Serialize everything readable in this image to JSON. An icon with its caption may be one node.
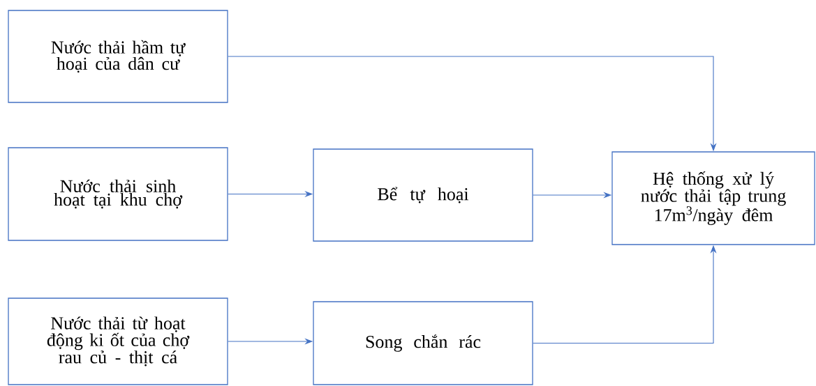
{
  "diagram": {
    "nodes": [
      {
        "text": [
          "Nước thải hầm tự hoại của dân cư"
        ]
      },
      {
        "text": [
          "Nước thải sinh hoạt tại khu chợ"
        ]
      },
      {
        "text": [
          "Bể tự hoại"
        ]
      },
      {
        "text": [
          "Hệ thống xử lý nước thải tập trung 17m$^{3}$/ngày đêm"
        ]
      },
      {
        "text": [
          "Nước thải từ hoạt động ki ốt của chợ rau củ - thịt cá"
        ]
      },
      {
        "text": [
          "Song chắn rác"
        ]
      }
    ],
    "edges": [
      {
        "from": 0,
        "to": 3,
        "arrow": "to"
      },
      {
        "from": 1,
        "to": 2,
        "arrow": "to"
      },
      {
        "from": 2,
        "to": 3,
        "arrow": "to"
      },
      {
        "from": 4,
        "to": 5,
        "arrow": "to"
      },
      {
        "from": 5,
        "to": 3,
        "arrow": "to"
      }
    ]
  }
}
